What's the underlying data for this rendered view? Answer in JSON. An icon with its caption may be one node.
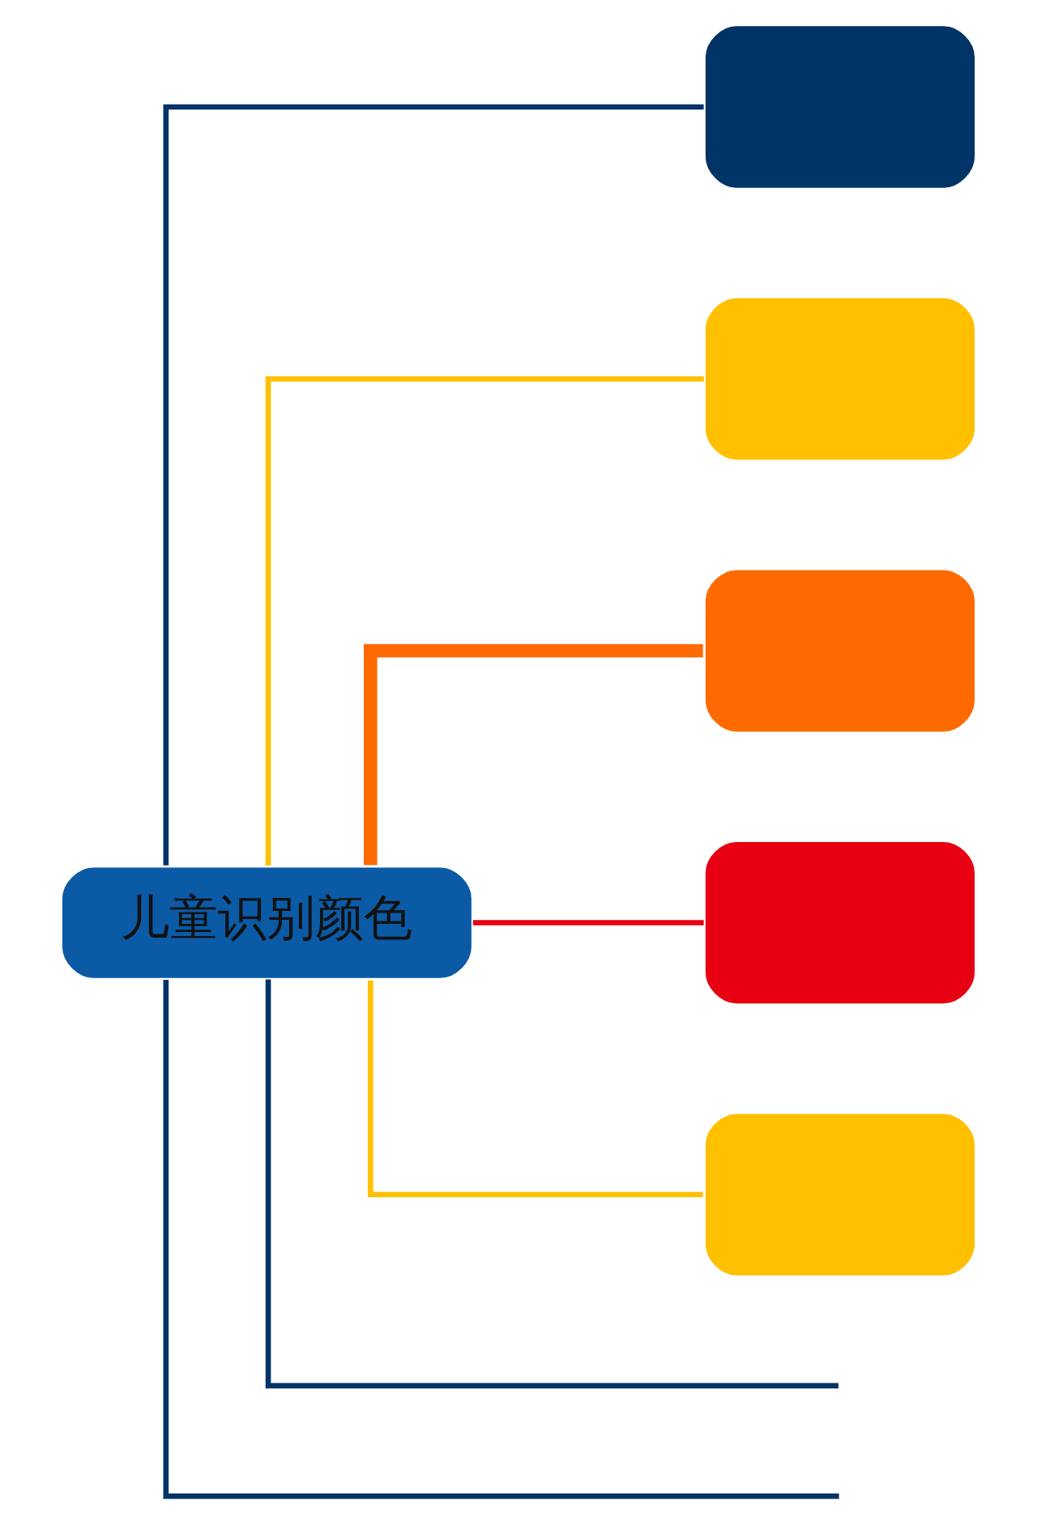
{
  "diagram": {
    "nodes": [
      {
        "text": [
          "儿童识别颜色"
        ]
      },
      {
        "text": [],
        "shape": "box"
      },
      {
        "text": [],
        "shape": "box"
      },
      {
        "text": [],
        "shape": "box"
      },
      {
        "text": [],
        "shape": "box"
      },
      {
        "text": [],
        "shape": "box"
      }
    ],
    "edges": [
      {
        "from": 0,
        "to": 1,
        "arrow": "none",
        "color": "#003366"
      },
      {
        "from": 0,
        "to": 2,
        "arrow": "none",
        "color": "#ffc000"
      },
      {
        "from": 0,
        "to": 3,
        "arrow": "none",
        "style": "thick",
        "color": "#ff6a00"
      },
      {
        "from": 0,
        "to": 4,
        "arrow": "none",
        "color": "#e60012"
      },
      {
        "from": 0,
        "to": 5,
        "arrow": "none",
        "color": "#ffc000"
      },
      {
        "from": 0,
        "to": null,
        "arrow": "none",
        "color": "#003366"
      },
      {
        "from": 0,
        "to": null,
        "arrow": "none",
        "color": "#003366"
      }
    ]
  }
}
